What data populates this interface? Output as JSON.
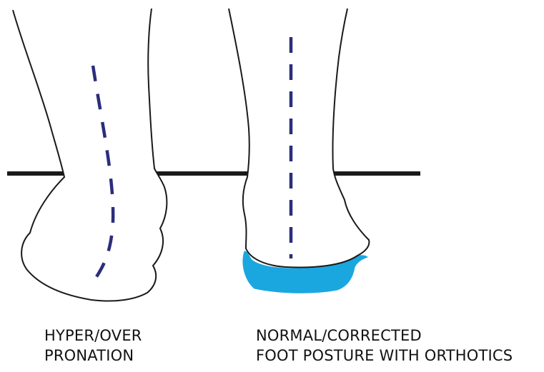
{
  "captions": {
    "left": {
      "line1": "HYPER/OVER",
      "line2": "PRONATION"
    },
    "right": {
      "line1": "NORMAL/CORRECTED",
      "line2": "FOOT POSTURE WITH ORTHOTICS"
    }
  },
  "colors": {
    "outline": "#1a1a1a",
    "ground_line": "#1a1a1a",
    "midline_dashes": "#2b2d7c",
    "orthotic_insert": "#1aa7e0"
  }
}
